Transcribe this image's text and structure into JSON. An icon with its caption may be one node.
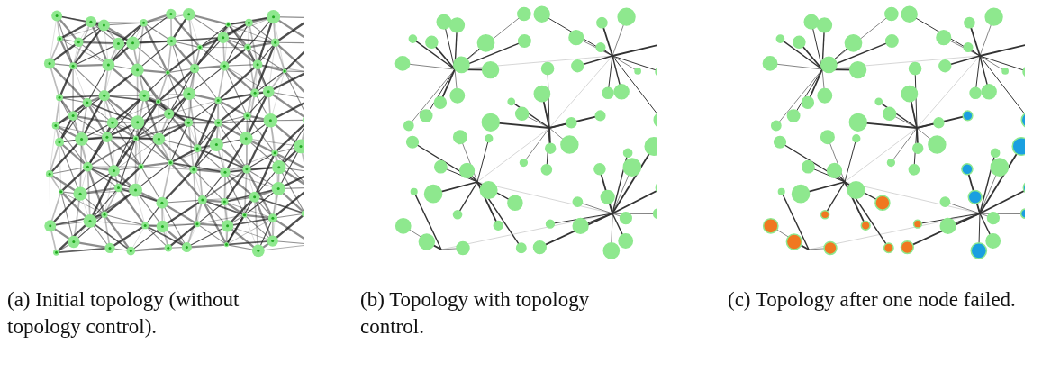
{
  "diagram": {
    "labels": [
      "(a) Initial topology (without topology control).",
      "(b) Topology with topology control.",
      "(c) Topology after one node failed."
    ]
  }
}
